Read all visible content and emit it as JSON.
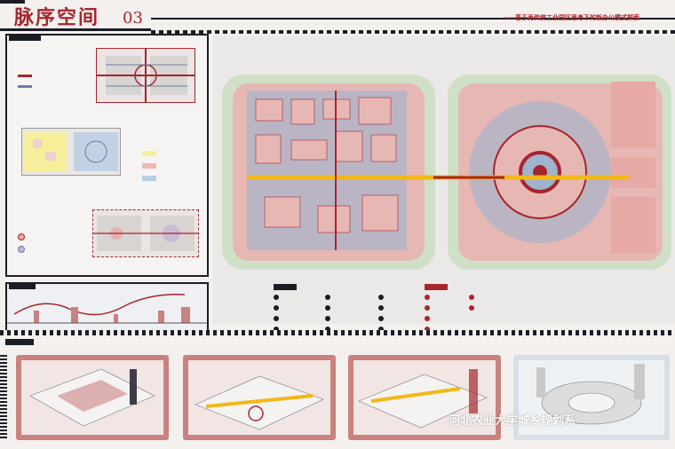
{
  "header": {
    "title": "脉序空间",
    "title_number": "03",
    "subtitle": "——基于再传统工业园区思考下的新办公模式探索"
  },
  "colors": {
    "accent": "#a7252c",
    "dark": "#1c1c24",
    "pink_block": "#e7b7b4",
    "blue_block": "#9fb3cc",
    "yellow_path": "#f2b817",
    "green_edge": "#cfe0c6"
  },
  "watermark": {
    "text": "河北农业大学城乡规划系"
  }
}
